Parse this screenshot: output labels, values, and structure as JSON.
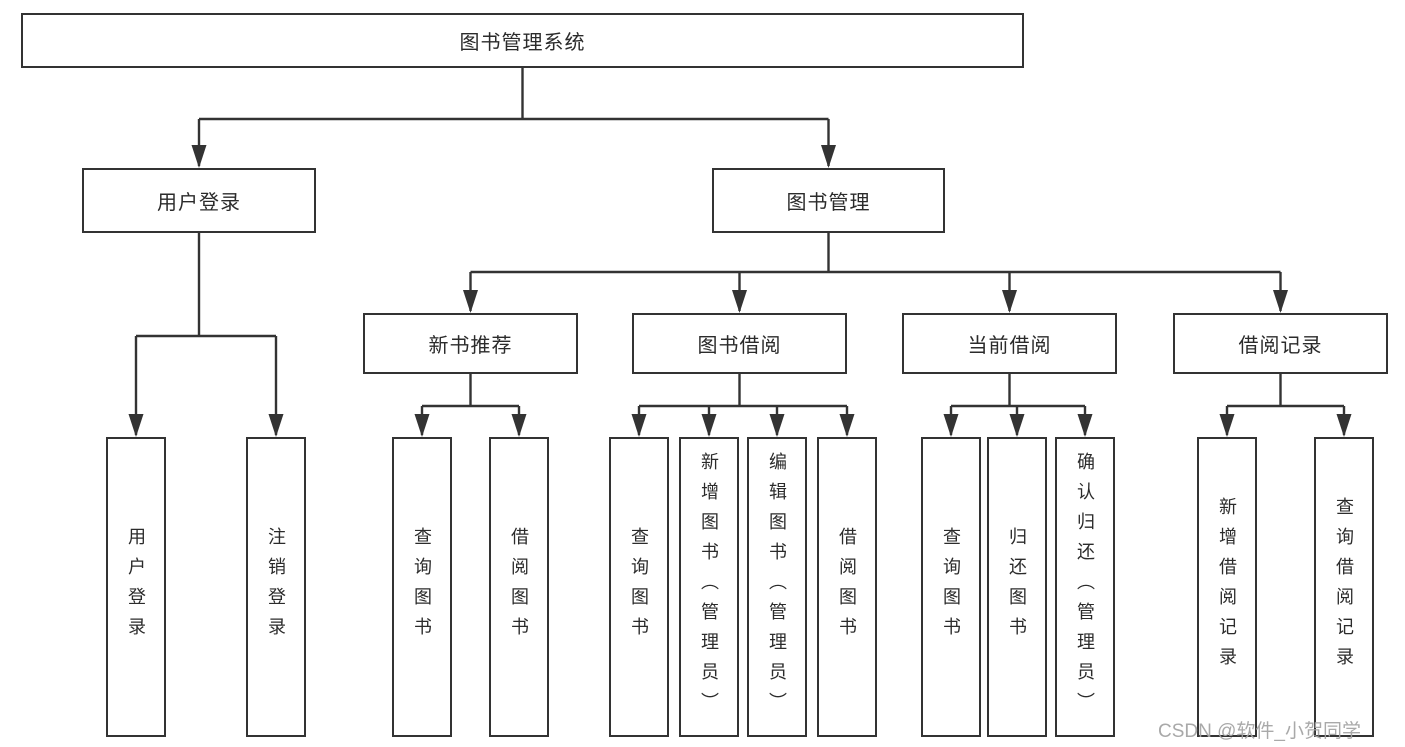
{
  "diagram": {
    "title": "图书管理系统",
    "branches": [
      {
        "label": "用户登录",
        "children": [
          {
            "label": "用户登录"
          },
          {
            "label": "注销登录"
          }
        ]
      },
      {
        "label": "图书管理",
        "children": [
          {
            "label": "新书推荐",
            "children": [
              {
                "label": "查询图书"
              },
              {
                "label": "借阅图书"
              }
            ]
          },
          {
            "label": "图书借阅",
            "children": [
              {
                "label": "查询图书"
              },
              {
                "label": "新增图书（管理员）"
              },
              {
                "label": "编辑图书（管理员）"
              },
              {
                "label": "借阅图书"
              }
            ]
          },
          {
            "label": "当前借阅",
            "children": [
              {
                "label": "查询图书"
              },
              {
                "label": "归还图书"
              },
              {
                "label": "确认归还（管理员）"
              }
            ]
          },
          {
            "label": "借阅记录",
            "children": [
              {
                "label": "新增借阅记录"
              },
              {
                "label": "查询借阅记录"
              }
            ]
          }
        ]
      }
    ]
  },
  "watermark": "CSDN @软件_小贺同学",
  "colors": {
    "line": "#333333",
    "text": "#2b2b2b",
    "background": "#ffffff",
    "watermark": "#a4a4a4"
  }
}
